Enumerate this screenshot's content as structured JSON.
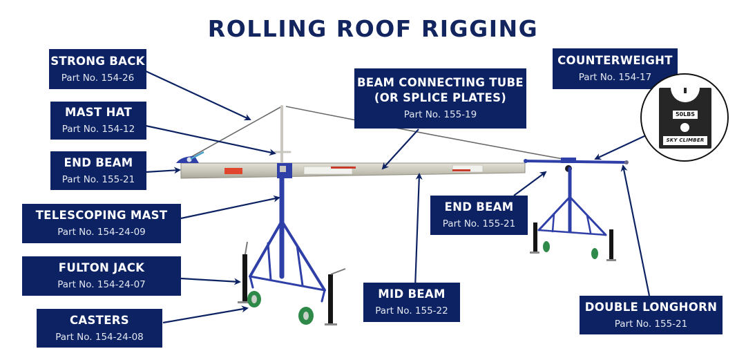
{
  "title": "ROLLING ROOF RIGGING",
  "callouts": [
    {
      "id": "strong-back",
      "name": "STRONG BACK",
      "part": "Part No. 154-26"
    },
    {
      "id": "mast-hat",
      "name": "MAST HAT",
      "part": "Part No. 154-12"
    },
    {
      "id": "end-beam-left",
      "name": "END BEAM",
      "part": "Part No. 155-21"
    },
    {
      "id": "telescoping-mast",
      "name": "TELESCOPING MAST",
      "part": "Part No. 154-24-09"
    },
    {
      "id": "fulton-jack",
      "name": "FULTON JACK",
      "part": "Part No. 154-24-07"
    },
    {
      "id": "casters",
      "name": "CASTERS",
      "part": "Part No. 154-24-08"
    },
    {
      "id": "beam-connecting-tube",
      "name": "BEAM CONNECTING TUBE",
      "name2": "(OR SPLICE PLATES)",
      "part": "Part No. 155-19"
    },
    {
      "id": "counterweight",
      "name": "COUNTERWEIGHT",
      "part": "Part No. 154-17"
    },
    {
      "id": "end-beam-right",
      "name": "END BEAM",
      "part": "Part No. 155-21"
    },
    {
      "id": "mid-beam",
      "name": "MID BEAM",
      "part": "Part No. 155-22"
    },
    {
      "id": "double-longhorn",
      "name": "DOUBLE LONGHORN",
      "part": "Part No. 155-21"
    }
  ],
  "counterweight_detail": {
    "weight_label": "50LBS",
    "brand": "SKY CLIMBER"
  },
  "colors": {
    "callout_bg": "#0c2263",
    "title": "#13255f",
    "rig_blue": "#2f3fa8",
    "beam_silver": "#c9c7bc"
  }
}
